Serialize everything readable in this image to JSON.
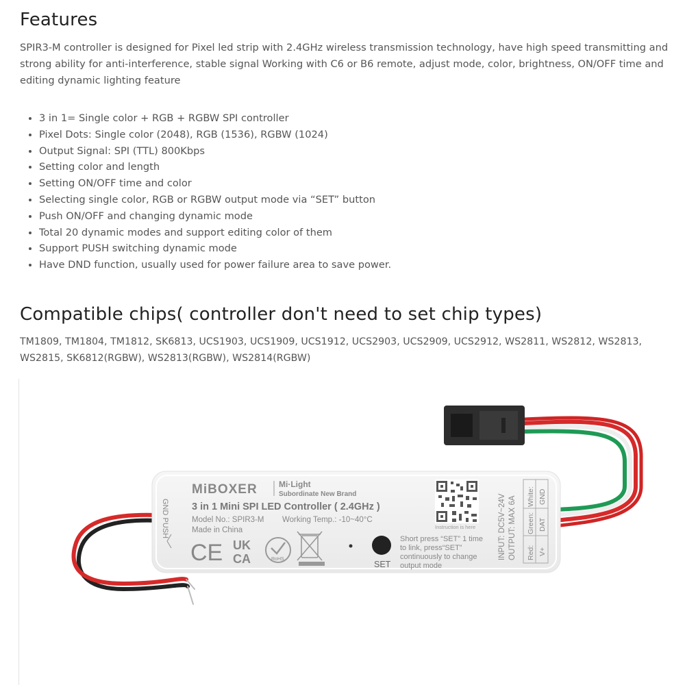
{
  "features": {
    "title": "Features",
    "description": "SPIR3-M controller is designed for Pixel led strip with 2.4GHz wireless transmission technology, have high speed transmitting and strong ability for anti-interference, stable signal Working with C6 or B6 remote, adjust mode, color, brightness, ON/OFF time and editing dynamic lighting feature",
    "items": [
      "3 in 1= Single color + RGB + RGBW SPI controller",
      "Pixel Dots: Single color (2048), RGB (1536), RGBW (1024)",
      "Output Signal: SPI (TTL) 800Kbps",
      "Setting color and length",
      "Setting ON/OFF time and color",
      "Selecting single color, RGB or RGBW output mode via “SET” button",
      "Push ON/OFF and changing dynamic mode",
      "Total 20 dynamic modes and support editing color of them",
      "Support PUSH switching dynamic mode",
      "Have DND function, usually used for power failure area to save power."
    ]
  },
  "chips": {
    "title": "Compatible chips( controller don't need to set chip types)",
    "list": "TM1809, TM1804, TM1812, SK6813, UCS1903, UCS1909, UCS1912, UCS2903, UCS2909, UCS2912, WS2811, WS2812, WS2813, WS2815, SK6812(RGBW), WS2813(RGBW), WS2814(RGBW)"
  },
  "device": {
    "brand": "MiBOXER",
    "sub_brand_top": "Mi·Light",
    "sub_brand_bottom": "Subordinate New Brand",
    "product_name": "3 in 1 Mini SPI LED Controller ( 2.4GHz )",
    "model": "Model No.: SPIR3-M",
    "temp": "Working Temp.: -10~40°C",
    "origin": "Made in China",
    "side_label": "GND PUSH",
    "qr_caption": "Instruction is here",
    "input": "INPUT: DC5V~24V",
    "output": "OUTPUT: MAX 6A",
    "set_label": "SET",
    "instruction_1": "Short press “SET” 1 time",
    "instruction_2": "to link, press“SET”",
    "instruction_3": "continuously to change",
    "instruction_4": "output mode",
    "wire_white": "White:",
    "wire_white_sig": "GND",
    "wire_green": "Green:",
    "wire_green_sig": "DAT",
    "wire_red": "Red:",
    "wire_red_sig": "V+",
    "cert_ce": "CE",
    "cert_ukca_1": "UK",
    "cert_ukca_2": "CA",
    "cert_rohs": "RoHS"
  }
}
